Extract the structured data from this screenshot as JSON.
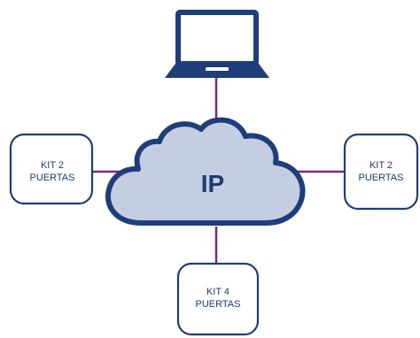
{
  "cloud": {
    "label": "IP"
  },
  "nodes": {
    "left": {
      "line1": "KIT 2",
      "line2": "PUERTAS"
    },
    "right": {
      "line1": "KIT 2",
      "line2": "PUERTAS"
    },
    "bottom": {
      "line1": "KIT 4",
      "line2": "PUERTAS"
    }
  },
  "colors": {
    "navy": "#1f3d7a",
    "cloud_fill": "#c5cde3",
    "connector": "#7a2a78"
  },
  "icons": {
    "computer": "laptop-icon",
    "network": "cloud-icon"
  }
}
